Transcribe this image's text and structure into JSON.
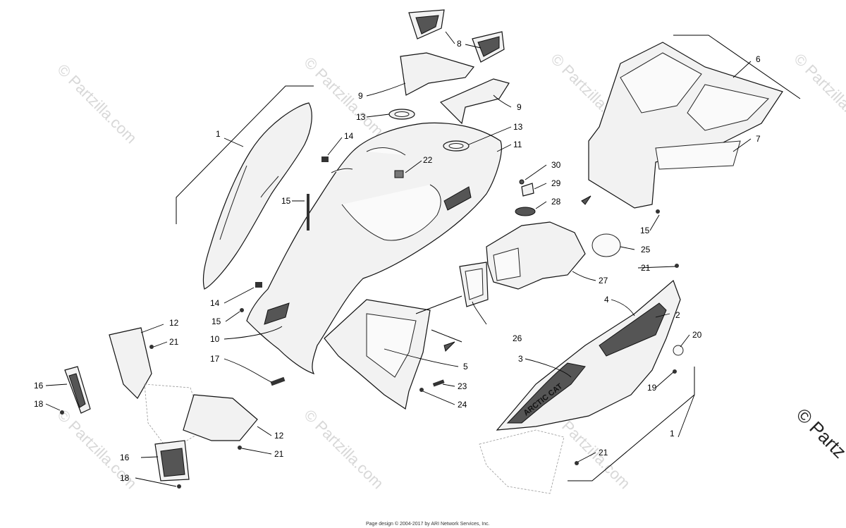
{
  "watermarks": [
    "© Partzilla.com",
    "© Partzilla.com",
    "© Partzilla.com",
    "© Partzilla.com",
    "© Partzilla.com",
    "© Partzilla.com",
    "© Partzilla.com"
  ],
  "edge_watermark": "© Partz",
  "footer": "Page design © 2004-2017 by ARI Network Services, Inc.",
  "decal_text": "ARCTIC CAT",
  "callouts": [
    "1",
    "1",
    "2",
    "3",
    "4",
    "5",
    "6",
    "7",
    "8",
    "9",
    "9",
    "10",
    "11",
    "12",
    "12",
    "13",
    "13",
    "14",
    "14",
    "15",
    "15",
    "15",
    "16",
    "16",
    "17",
    "18",
    "18",
    "19",
    "20",
    "21",
    "21",
    "21",
    "21",
    "22",
    "23",
    "24",
    "25",
    "26",
    "27",
    "28",
    "29",
    "30"
  ]
}
